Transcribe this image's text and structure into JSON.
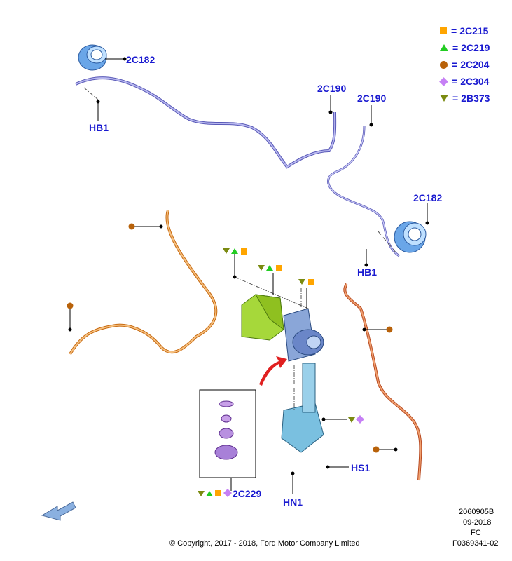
{
  "legend": [
    {
      "code": "2C215",
      "shape": "square",
      "color": "#ffa500"
    },
    {
      "code": "2C219",
      "shape": "triangle-up",
      "color": "#22cc22"
    },
    {
      "code": "2C204",
      "shape": "circle",
      "color": "#b8620a"
    },
    {
      "code": "2C304",
      "shape": "diamond",
      "color": "#c680f5"
    },
    {
      "code": "2B373",
      "shape": "triangle-down",
      "color": "#7a8a10"
    }
  ],
  "labels": {
    "top_left_ring": "2C182",
    "hb1_top": "HB1",
    "2c190_a": "2C190",
    "2c190_b": "2C190",
    "right_ring": "2C182",
    "hb1_right": "HB1",
    "hs1": "HS1",
    "hn1": "HN1",
    "kit": "2C229"
  },
  "footer": {
    "copyright": "© Copyright, 2017 - 2018, Ford Motor Company Limited",
    "doc_id": "2060905B",
    "date": "09-2018",
    "fc": "FC",
    "ref": "F0369341-02"
  }
}
